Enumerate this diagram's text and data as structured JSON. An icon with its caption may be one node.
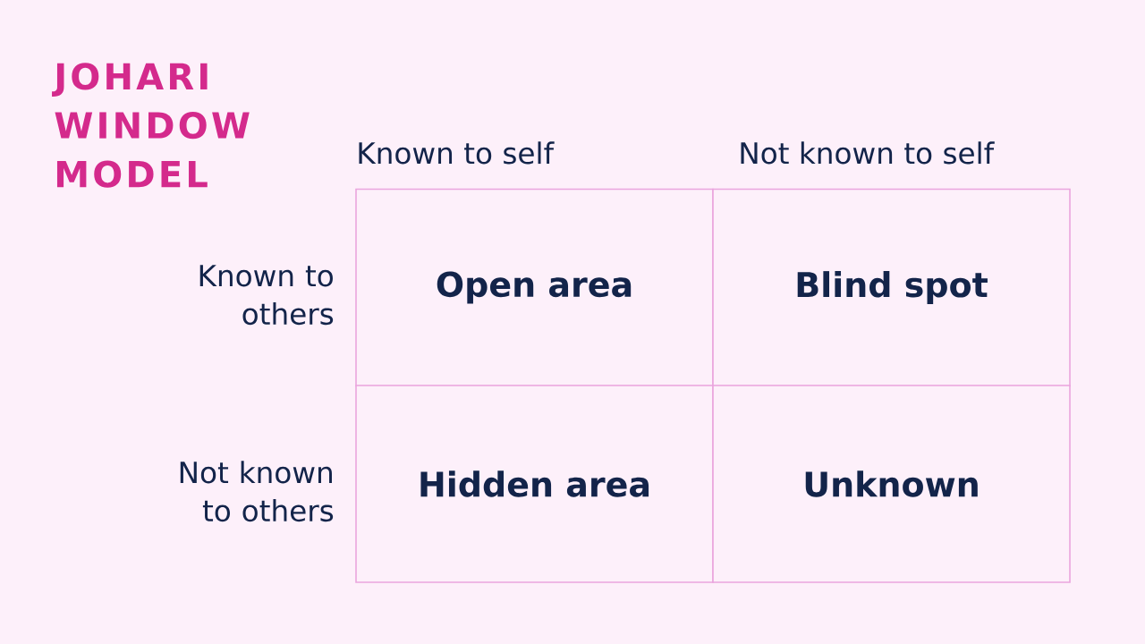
{
  "diagram": {
    "title": "JOHARI WINDOW MODEL",
    "nodes": [
      {
        "text": [
          "Open area"
        ]
      },
      {
        "text": [
          "Blind spot"
        ]
      },
      {
        "text": [
          "Hidden area"
        ]
      },
      {
        "text": [
          "Unknown"
        ]
      }
    ],
    "labels": [
      "Known to self",
      "Not known to self",
      "Known to others",
      "Not known to others"
    ]
  }
}
